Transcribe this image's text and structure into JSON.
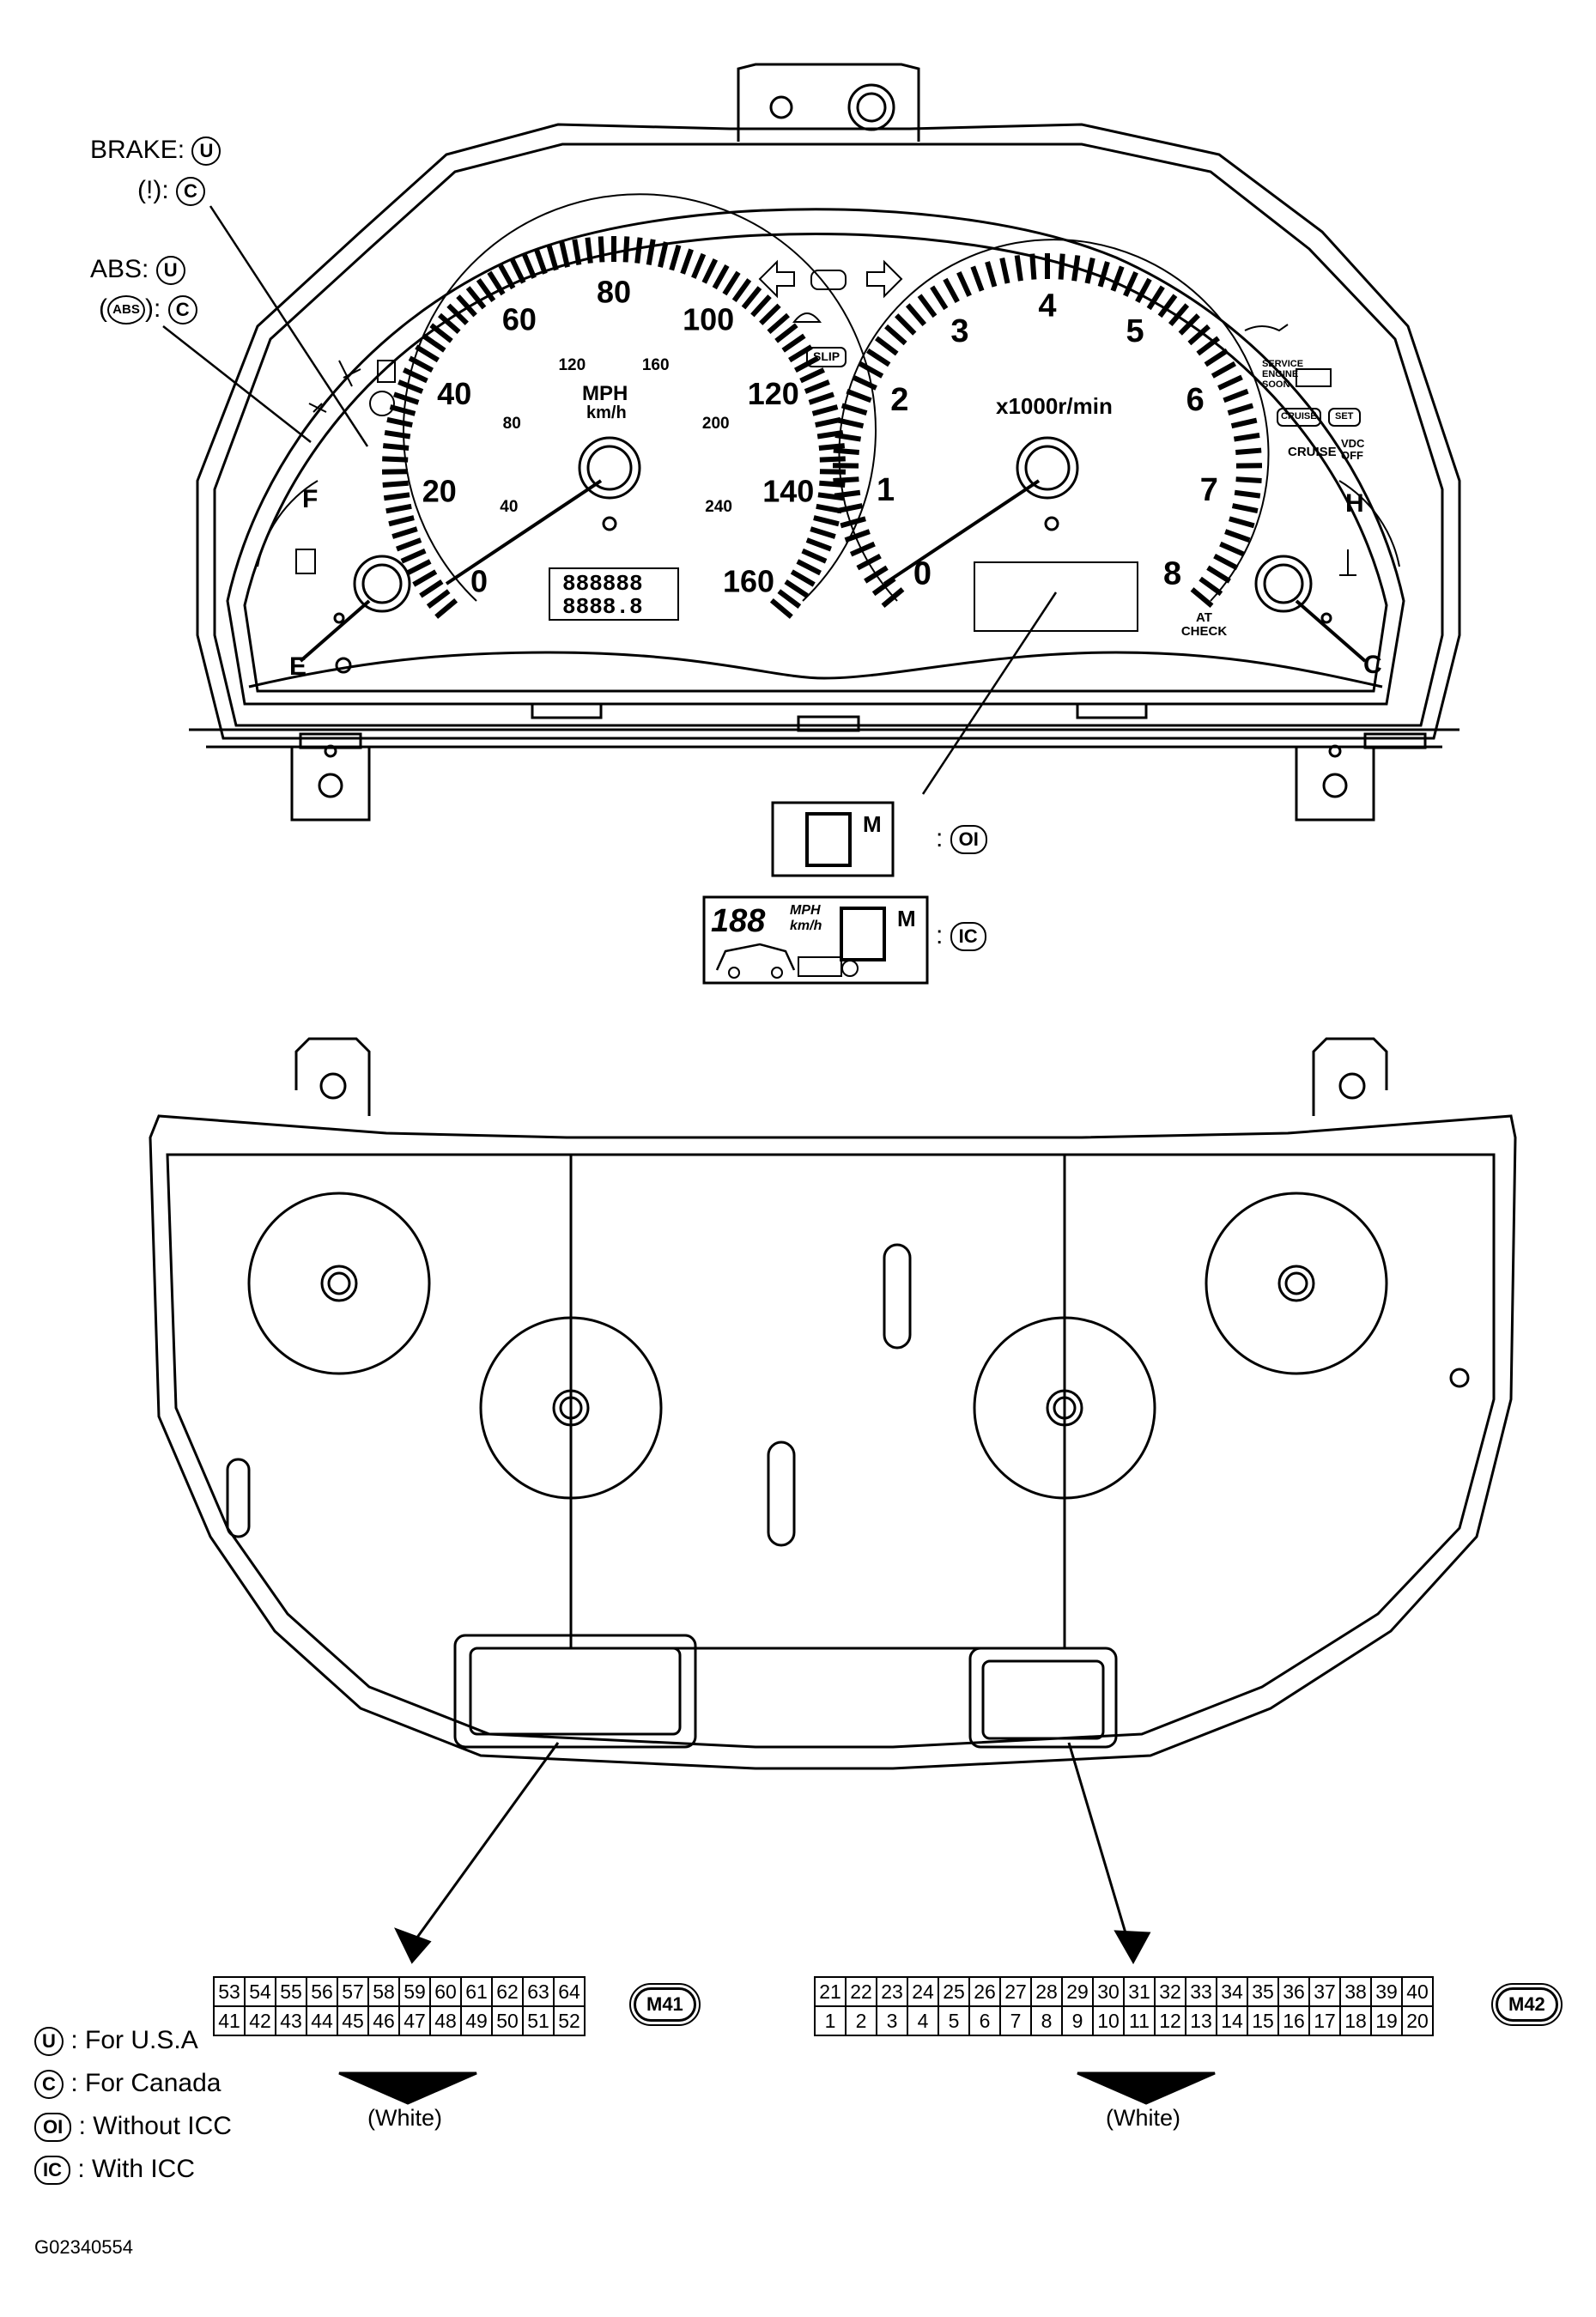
{
  "callouts": {
    "brake": "BRAKE:",
    "brake_u": "U",
    "brake_excl": "(!)",
    "brake_c": "C",
    "abs": "ABS:",
    "abs_u": "U",
    "abs_paren": "ABS",
    "abs_c": "C"
  },
  "speedometer": {
    "mph_ticks": [
      "0",
      "20",
      "40",
      "60",
      "80",
      "100",
      "120",
      "140",
      "160"
    ],
    "kmh_ticks": [
      "40",
      "80",
      "120",
      "160",
      "200",
      "240"
    ],
    "unit_mph": "MPH",
    "unit_kmh": "km/h"
  },
  "tachometer": {
    "ticks": [
      "0",
      "1",
      "2",
      "3",
      "4",
      "5",
      "6",
      "7",
      "8"
    ],
    "unit": "x1000r/min"
  },
  "fuel_gauge": {
    "full": "F",
    "empty": "E"
  },
  "temp_gauge": {
    "hot": "H",
    "cold": "C"
  },
  "indicators": {
    "slip": "SLIP",
    "service_engine_soon": "SERVICE ENGINE SOON",
    "cruise_box": "CRUISE",
    "set_box": "SET",
    "cruise": "CRUISE",
    "vdc_off": "VDC OFF",
    "at_check": "AT CHECK"
  },
  "odometer": {
    "line1": "888888",
    "line2": "8888.8"
  },
  "variants": {
    "without_icc_code": "OI",
    "with_icc_code": "IC",
    "gear_m": "M",
    "icc_speed": "188",
    "icc_unit_mph": "MPH",
    "icc_unit_kmh": "km/h"
  },
  "connectors": [
    {
      "id": "M41",
      "top_row": [
        "53",
        "54",
        "55",
        "56",
        "57",
        "58",
        "59",
        "60",
        "61",
        "62",
        "63",
        "64"
      ],
      "bottom_row": [
        "41",
        "42",
        "43",
        "44",
        "45",
        "46",
        "47",
        "48",
        "49",
        "50",
        "51",
        "52"
      ],
      "color": "(White)"
    },
    {
      "id": "M42",
      "top_row": [
        "21",
        "22",
        "23",
        "24",
        "25",
        "26",
        "27",
        "28",
        "29",
        "30",
        "31",
        "32",
        "33",
        "34",
        "35",
        "36",
        "37",
        "38",
        "39",
        "40"
      ],
      "bottom_row": [
        "1",
        "2",
        "3",
        "4",
        "5",
        "6",
        "7",
        "8",
        "9",
        "10",
        "11",
        "12",
        "13",
        "14",
        "15",
        "16",
        "17",
        "18",
        "19",
        "20"
      ],
      "color": "(White)"
    }
  ],
  "legend": [
    {
      "code": "U",
      "text": ": For U.S.A"
    },
    {
      "code": "C",
      "text": ": For Canada"
    },
    {
      "code": "OI",
      "text": ": Without ICC"
    },
    {
      "code": "IC",
      "text": ": With ICC"
    }
  ],
  "figure_id": "G02340554"
}
